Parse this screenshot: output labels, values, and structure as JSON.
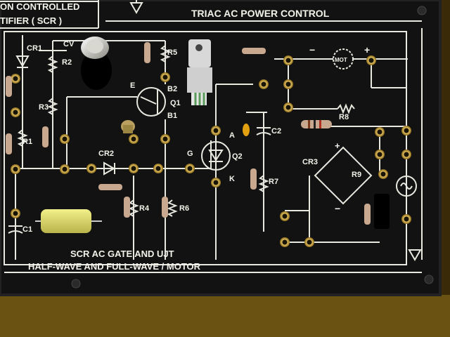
{
  "header": {
    "title_left_line1": "ON CONTROLLED",
    "title_left_line2": "TIFIER  ( SCR )",
    "title_right": "TRIAC AC POWER CONTROL"
  },
  "labels": {
    "cr1": "CR1",
    "cv": "CV",
    "r2": "R2",
    "r5": "R5",
    "r3": "R3",
    "e": "E",
    "b2": "B2",
    "q1": "Q1",
    "b1": "B1",
    "r1": "R1",
    "cr2": "CR2",
    "g": "G",
    "a": "A",
    "c2": "C2",
    "q2": "Q2",
    "k": "K",
    "r7": "R7",
    "r4": "R4",
    "r6": "R6",
    "c1": "C1",
    "r8": "R8",
    "cr3": "CR3",
    "r9": "R9",
    "mot": "MOT",
    "minus": "−",
    "plus": "+",
    "bridge_plus": "+",
    "bridge_minus": "−"
  },
  "footer": {
    "line1": "SCR AC GATE AND UJT",
    "line2": "HALF-WAVE AND FULL-WAVE / MOTOR"
  },
  "colors": {
    "board": "#111111",
    "trace": "#e8e8e0",
    "pad": "#c9a642",
    "background": "#3a2a08"
  }
}
